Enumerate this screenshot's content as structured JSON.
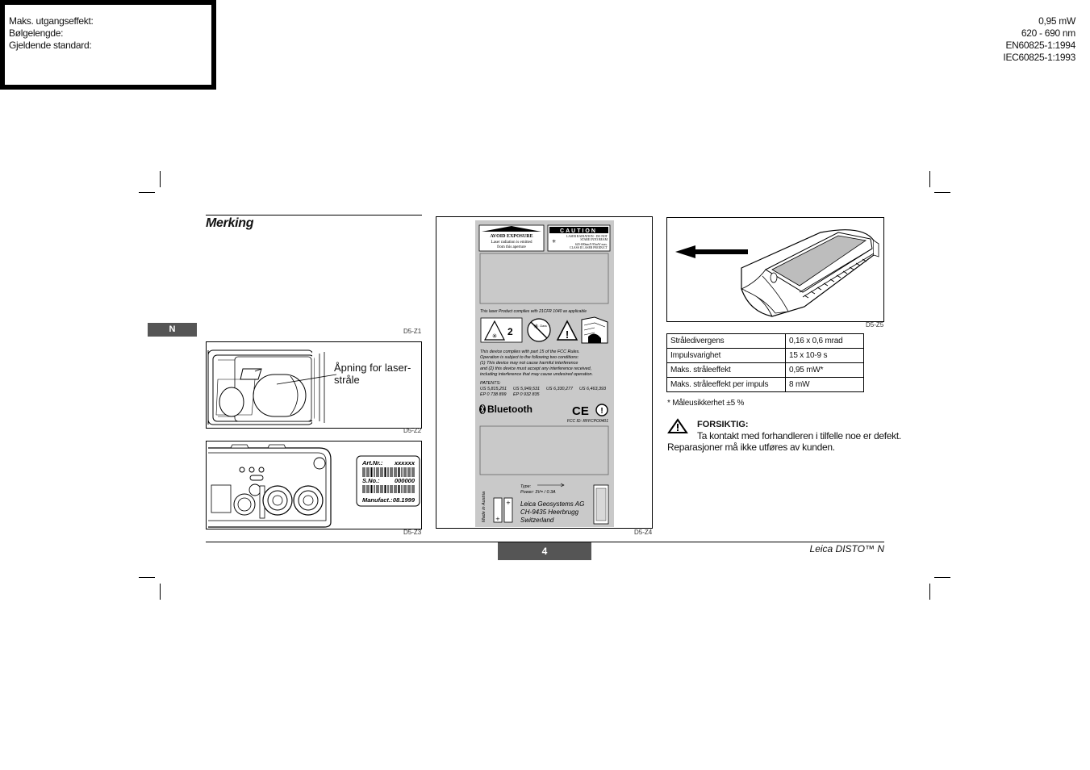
{
  "section": {
    "title": "Merking",
    "language_tab": "N"
  },
  "laser_spec_box": {
    "rows": [
      {
        "label": "Maks. utgangseffekt:",
        "value": "0,95 mW"
      },
      {
        "label": "Bølgelengde:",
        "value": "620 - 690 nm"
      },
      {
        "label": "Gjeldende standard:",
        "value": "EN60825-1:1994"
      },
      {
        "label": "",
        "value": "IEC60825-1:1993"
      }
    ]
  },
  "captions": {
    "z1": "D5-Z1",
    "z2": "D5-Z2",
    "z3": "D5-Z3",
    "z4": "D5-Z4",
    "z5": "D5-Z5"
  },
  "aperture_figure": {
    "label_line1": "Åpning for laser-",
    "label_line2": "stråle"
  },
  "serial_label": {
    "art_key": "Art.Nr.:",
    "art_val": "xxxxxx",
    "sno_key": "S.No.:",
    "sno_val": "000000",
    "manufact_key": "Manufact.:",
    "manufact_val": "08.1999"
  },
  "device_label": {
    "avoid_exposure_title": "AVOID EXPOSURE",
    "avoid_exposure_line1": "Laser radiation is emitted",
    "avoid_exposure_line2": "from this aperture",
    "caution_title": "CAUTION",
    "caution_line1": "LASER RADIATION - DO NOT",
    "caution_line2": "STARE INTO BEAM",
    "caution_line3": "620-690nm/0.95mW max.",
    "caution_line4": "CLASS II LASER PRODUCT",
    "compliance": "This laser Product complies with 21CFR 1040 as applicable",
    "class_number": "2",
    "class_icon_text": "Class",
    "fcc_line1": "This device complies with part 15 of the FCC Rules.",
    "fcc_line2": "Operation is subject to the  following two conditions:",
    "fcc_line3": "(1) This device may not cause harmful interference",
    "fcc_line4": "and (2) this device must accept any interference received,",
    "fcc_line5": "including interference that may cause undesired operation.",
    "patents_title": "PATENTS:",
    "patents_row1_a": "US 5,815,251",
    "patents_row1_b": "US 5,949,531",
    "patents_row1_c": "US 6,330,277",
    "patents_row1_d": "US 6,463,393",
    "patents_row2_a": "EP 0 738 899",
    "patents_row2_b": "EP 0 932 835",
    "bluetooth": "Bluetooth",
    "ce_mark": "CE",
    "fcc_id": "FCC ID: RFFCPO0401",
    "made_in": "Made in Austria",
    "type_label": "Type:",
    "power_label": "Power:  3V= / 0.3A",
    "company_line1": "Leica Geosystems AG",
    "company_line2": "CH-9435 Heerbrugg",
    "company_line3": "Switzerland"
  },
  "tech_table": [
    {
      "key": "Stråledivergens",
      "value": "0,16 x 0,6 mrad"
    },
    {
      "key": "Impulsvarighet",
      "value": "15 x 10-9 s"
    },
    {
      "key": "Maks. stråleeffekt",
      "value": "0,95 mW*"
    },
    {
      "key": "Maks. stråleeffekt per impuls",
      "value": "8 mW"
    }
  ],
  "footnote": "* Måleusikkerhet ±5 %",
  "warning": {
    "title": "FORSIKTIG:",
    "line1": "Ta kontakt med forhandleren i tilfelle noe er defekt.",
    "line2": "Reparasjoner må ikke utføres av kunden."
  },
  "footer": {
    "page_number": "4",
    "brand": "Leica DISTO™ N"
  }
}
